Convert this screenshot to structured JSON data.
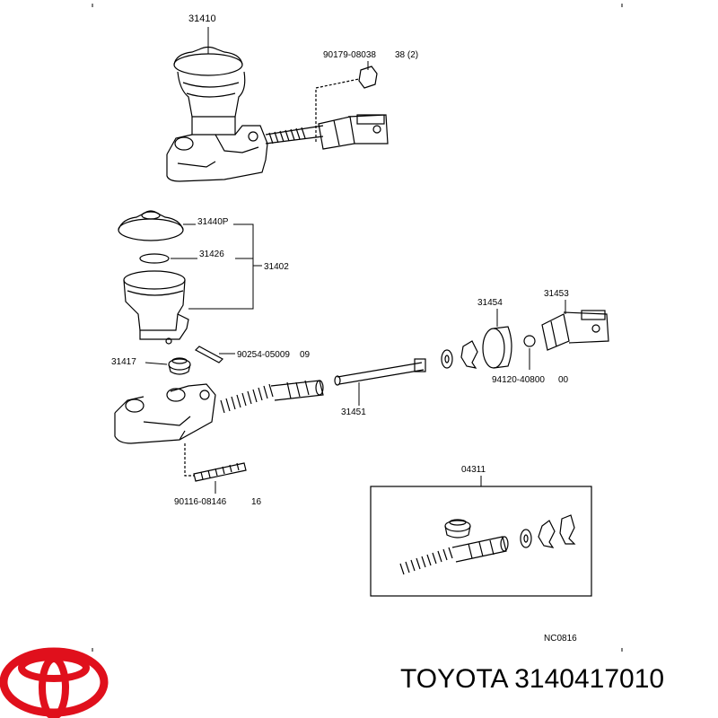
{
  "parts": {
    "p31410": "31410",
    "p90179": "90179-08038",
    "p90179_qty": "38 (2)",
    "p31440": "31440P",
    "p31426": "31426",
    "p31402": "31402",
    "p90254": "90254-05009",
    "p90254_suffix": "09",
    "p31417": "31417",
    "p31454": "31454",
    "p31453": "31453",
    "p94120": "94120-40800",
    "p94120_suffix": "00",
    "p31451": "31451",
    "p90116": "90116-08146",
    "p90116_suffix": "16",
    "p04311": "04311",
    "ref_code": "NC0816"
  },
  "caption": {
    "brand": "TOYOTA",
    "part_number": "3140417010",
    "full": "TOYOTA 3140417010"
  },
  "colors": {
    "line": "#000000",
    "logo": "#e0101c",
    "background": "#ffffff"
  }
}
